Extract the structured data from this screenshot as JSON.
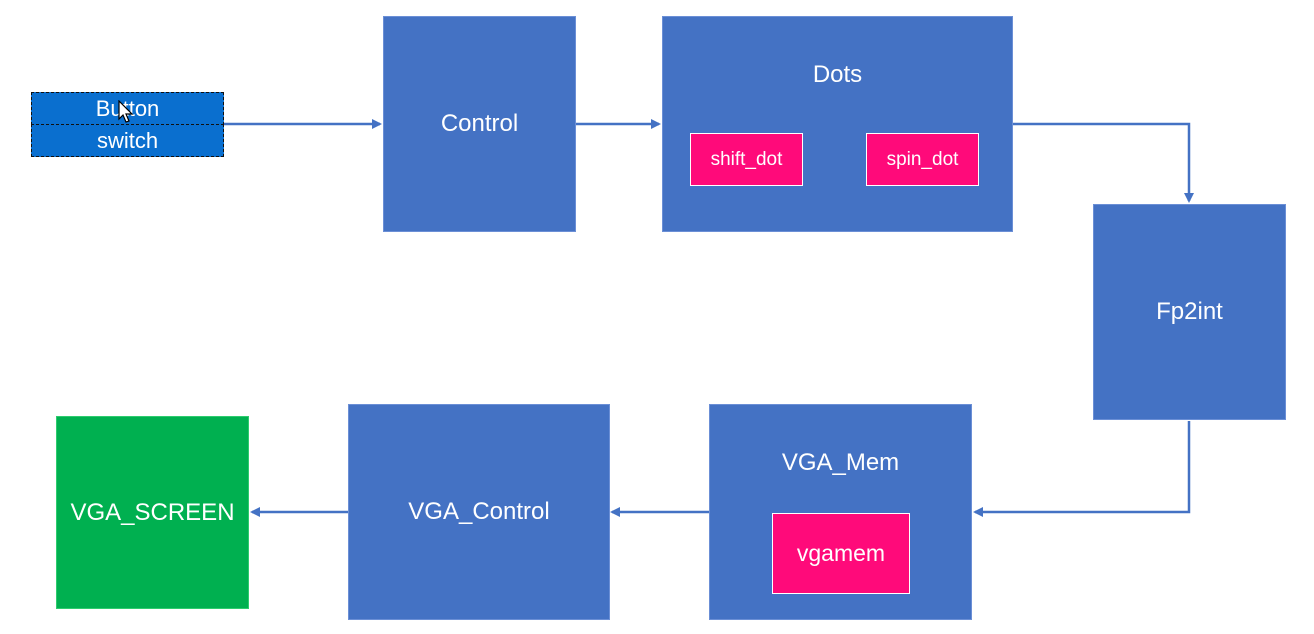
{
  "inputs": {
    "button_label": "Button",
    "switch_label": "switch"
  },
  "blocks": {
    "control": "Control",
    "dots": "Dots",
    "shift_dot": "shift_dot",
    "spin_dot": "spin_dot",
    "fp2int": "Fp2int",
    "vga_mem": "VGA_Mem",
    "vgamem": "vgamem",
    "vga_control": "VGA_Control",
    "vga_screen": "VGA_SCREEN"
  },
  "colors": {
    "block": "#4472c4",
    "sub_block": "#ff0a7a",
    "screen": "#00b050",
    "input": "#0a6fcf",
    "wire": "#4472c4"
  }
}
